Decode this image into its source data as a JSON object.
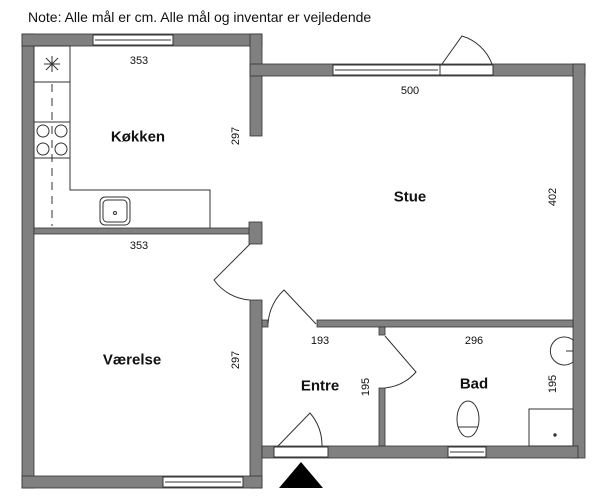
{
  "note": "Note: Alle mål er cm. Alle mål og inventar er vejledende",
  "rooms": [
    {
      "name": "Køkken",
      "width": "353",
      "depth": "297"
    },
    {
      "name": "Stue",
      "width": "500",
      "depth": "402"
    },
    {
      "name": "Værelse",
      "width": "353",
      "depth": "297"
    },
    {
      "name": "Entre",
      "width": "193",
      "depth": "195"
    },
    {
      "name": "Bad",
      "width": "296",
      "depth": "195"
    }
  ],
  "colors": {
    "wall": "#808080",
    "line": "#222222",
    "entrance_marker": "#000000"
  }
}
